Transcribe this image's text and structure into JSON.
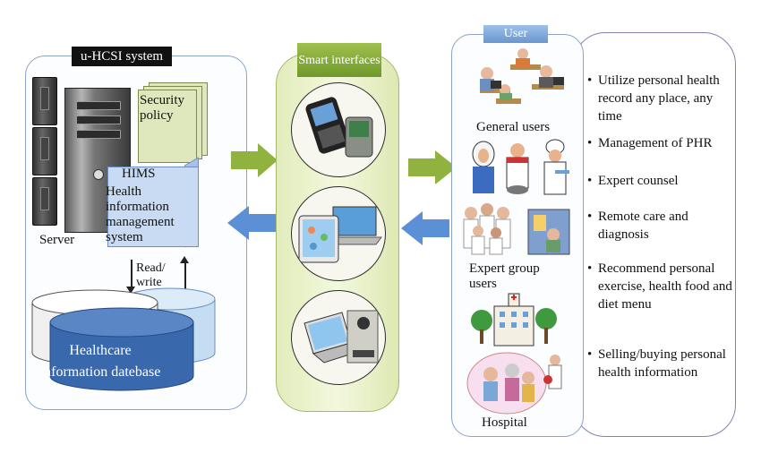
{
  "system": {
    "title": "u-HCSI system",
    "server_label": "Server",
    "security_policy": "Security policy",
    "hims_label": "HIMS",
    "hims_full": "Health information management system",
    "read_write": "Read/ write",
    "database": "Healthcare information datebase"
  },
  "smart": {
    "title": "Smart interfaces"
  },
  "user": {
    "title": "User",
    "groups": [
      {
        "label": "General users"
      },
      {
        "label": "Expert group users"
      },
      {
        "label": "Hospital"
      }
    ]
  },
  "functions": [
    "Utilize personal health record any place, any time",
    "Management of PHR",
    "Expert counsel",
    "Remote care and diagnosis",
    "Recommend personal exercise, health food and diet menu",
    "Selling/buying personal health information"
  ],
  "colors": {
    "green_arrow": "#8fb33e",
    "blue_arrow": "#5b8fd6",
    "db_dark": "#3a68ad",
    "db_light": "#c4ddf2"
  }
}
